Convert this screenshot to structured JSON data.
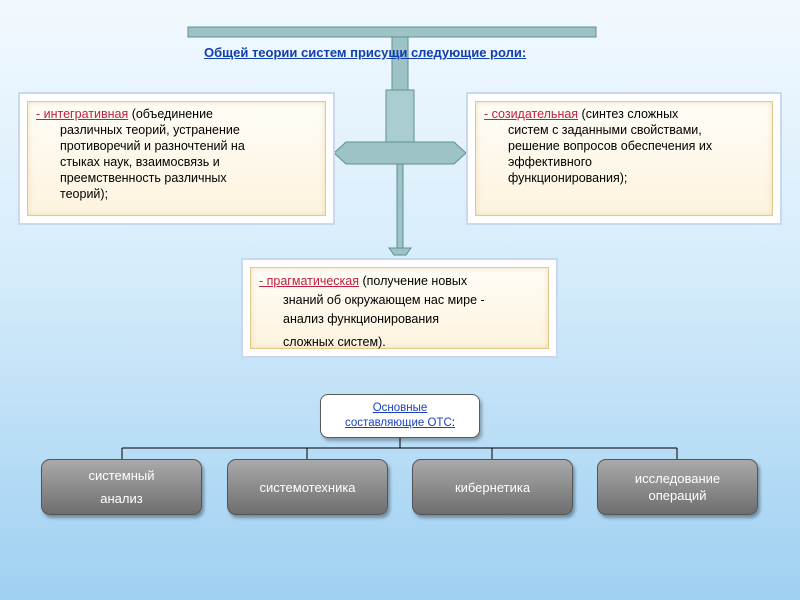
{
  "diagram": {
    "title": "Общей теории систем присущи следующие роли",
    "title_colon": ":",
    "roles": [
      {
        "name": "- интегративная",
        "first_line_rest": " (объединение",
        "lines": [
          "различных теорий, устранение",
          "противоречий и разночтений на",
          "стыках наук, взаимосвязь  и",
          "преемственность различных",
          "теорий);"
        ]
      },
      {
        "name": "- созидательная",
        "first_line_rest": " (синтез сложных",
        "lines": [
          "систем с заданными свойствами,",
          "решение вопросов обеспечения их",
          "эффективного",
          "функционирования);"
        ]
      },
      {
        "name": "- прагматическая",
        "first_line_rest": " (получение новых",
        "lines": [
          "знаний об окружающем нас мире -",
          "анализ функционирования",
          "сложных  систем)."
        ]
      }
    ],
    "components_title_lines": [
      "Основные",
      "составляющие  ОТС"
    ],
    "components_title_colon": ":",
    "components": [
      {
        "lines": [
          "системный",
          "анализ"
        ]
      },
      {
        "lines": [
          "системотехника"
        ]
      },
      {
        "lines": [
          "кибернетика"
        ]
      },
      {
        "lines": [
          "исследование",
          "операций"
        ]
      }
    ]
  },
  "colors": {
    "title": "#0f3eb0",
    "role_name": "#c02040",
    "connector": "#8fb4b8",
    "pill": "#8a8a8a",
    "background_top": "#f2f9fe",
    "background_bottom": "#9fd0f2"
  }
}
